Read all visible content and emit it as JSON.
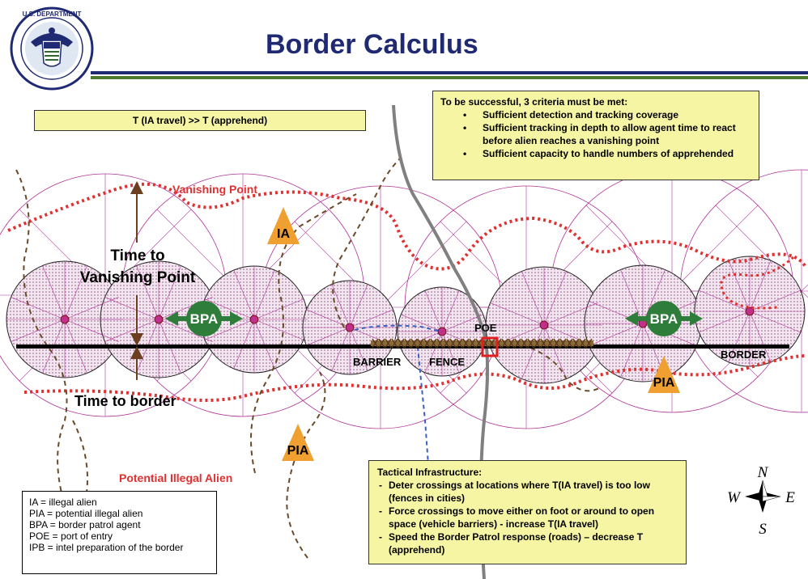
{
  "header": {
    "title": "Border Calculus",
    "seal": {
      "ring_text": "U.S. DEPARTMENT OF HOMELAND SECURITY",
      "icon": "dhs-seal-icon"
    },
    "colors": {
      "title": "#1f2a73",
      "rule_blue": "#1f2a73",
      "rule_green": "#4a7a2a"
    }
  },
  "formula_box": {
    "text": "T (IA travel) >> T (apprehend)"
  },
  "criteria_box": {
    "heading": "To be successful, 3 criteria must be met:",
    "items": [
      "Sufficient detection and tracking coverage",
      "Sufficient tracking in depth to allow agent time to react before alien reaches a vanishing point",
      "Sufficient capacity to handle numbers of apprehended"
    ]
  },
  "tactical_box": {
    "heading": "Tactical Infrastructure:",
    "items": [
      "Deter crossings at locations where T(IA travel) is too low (fences in cities)",
      "Force crossings to move either on foot or around to open space (vehicle barriers) - increase T(IA travel)",
      "Speed the Border Patrol response (roads) – decrease T (apprehend)"
    ]
  },
  "diagram": {
    "labels": {
      "vanishing_point": "Vanishing Point",
      "time_to_vanishing": "Time to\nVanishing Point",
      "time_to_border": "Time to border",
      "potential_illegal_alien": "Potential Illegal Alien",
      "barrier": "BARRIER",
      "fence": "FENCE",
      "poe": "POE",
      "border": "BORDER"
    },
    "markers": {
      "ia": "IA",
      "pia_1": "PIA",
      "pia_2": "PIA",
      "bpa_1": "BPA",
      "bpa_2": "BPA"
    },
    "colors": {
      "red_dotted": "#e03030",
      "trail": "#6b4a2a",
      "road": "#808080",
      "circles": "#b0339a",
      "bpa": "#2e7d3a",
      "triangle": "#f0a030",
      "box_fill": "#f5f5a3",
      "poe_box": "#e02020",
      "blue_dashed": "#3b5fc0"
    }
  },
  "legend": {
    "items": [
      "IA = illegal alien",
      "PIA = potential illegal alien",
      "BPA = border patrol agent",
      "POE = port of entry",
      "IPB = intel preparation of the border"
    ]
  },
  "compass": {
    "n": "N",
    "s": "S",
    "e": "E",
    "w": "W"
  }
}
